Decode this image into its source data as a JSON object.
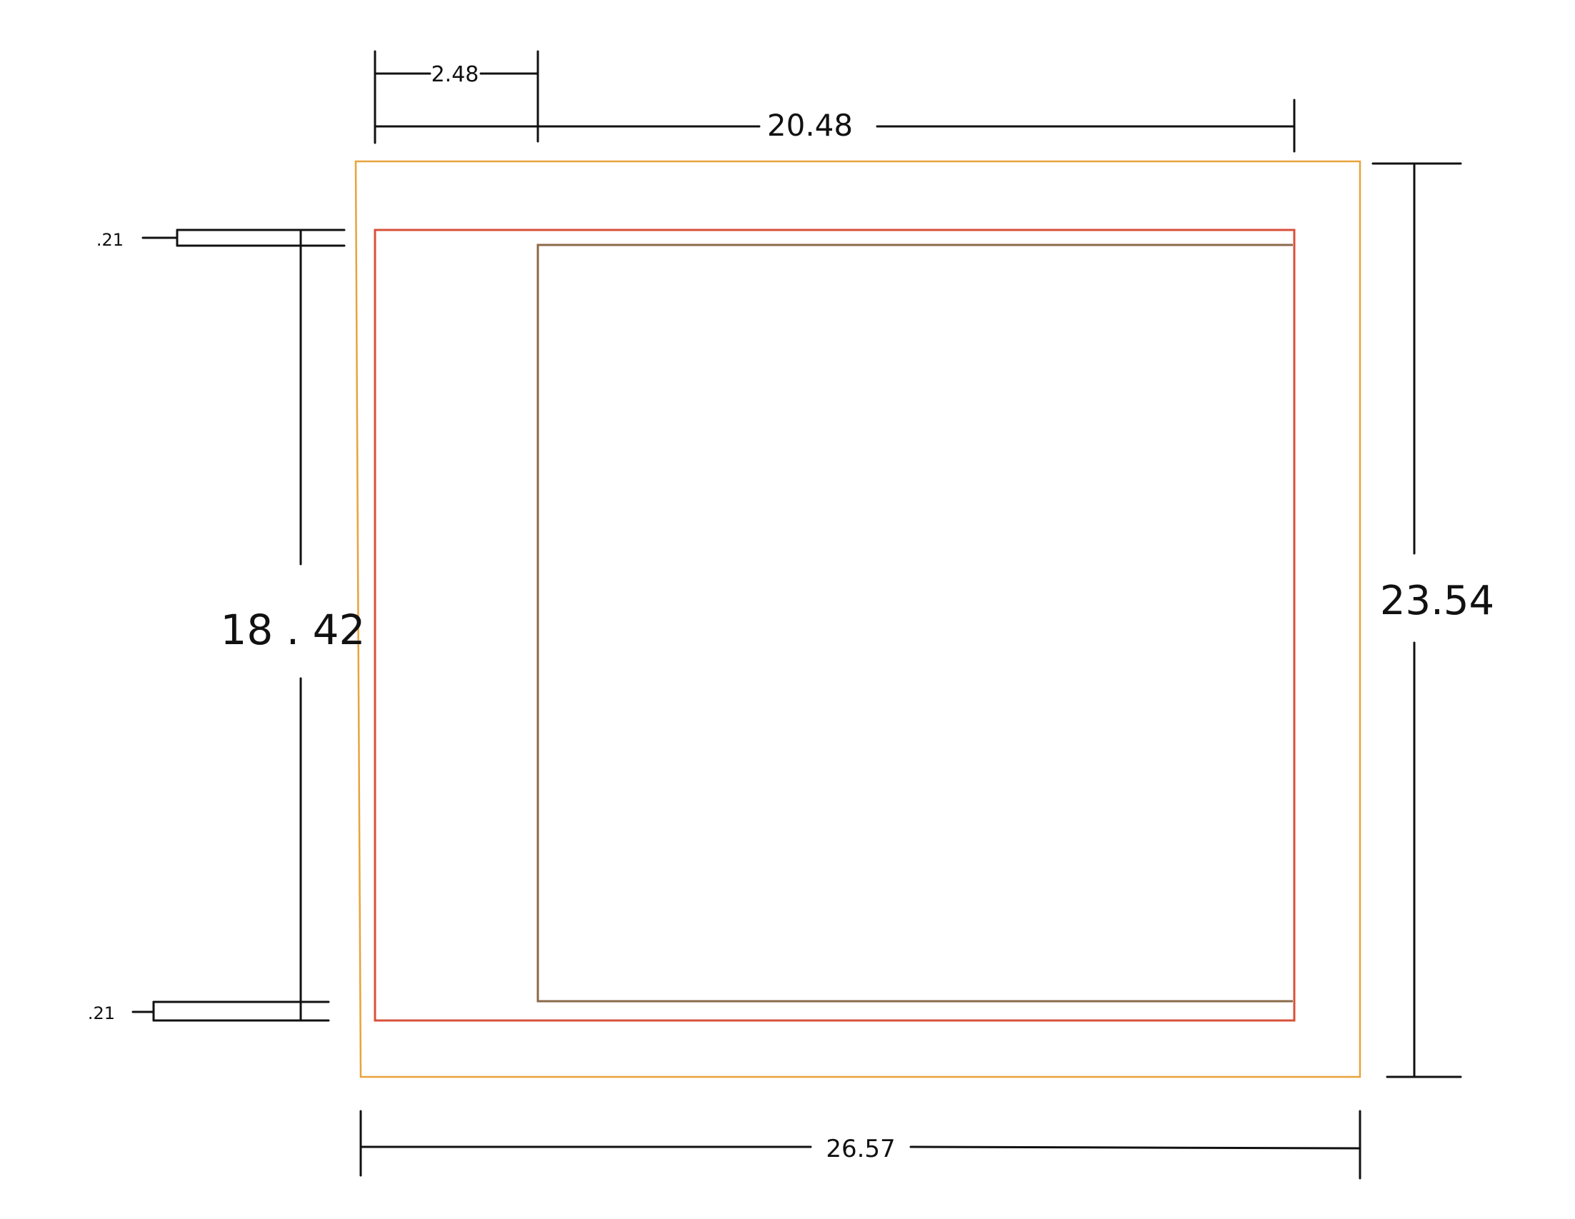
{
  "colors": {
    "outer_rect": "#E8A33C",
    "middle_rect": "#D9503A",
    "inner_rect": "#8B6A48",
    "ink": "#111111",
    "background": "#FFFFFF"
  },
  "dimensions": {
    "top_small": "2.48",
    "top_large": "20.48",
    "left_top_thickness": ".21",
    "left_bottom_thickness": ".21",
    "left_height": "18 . 42",
    "right_height": "23.54",
    "bottom_width": "26.57"
  }
}
